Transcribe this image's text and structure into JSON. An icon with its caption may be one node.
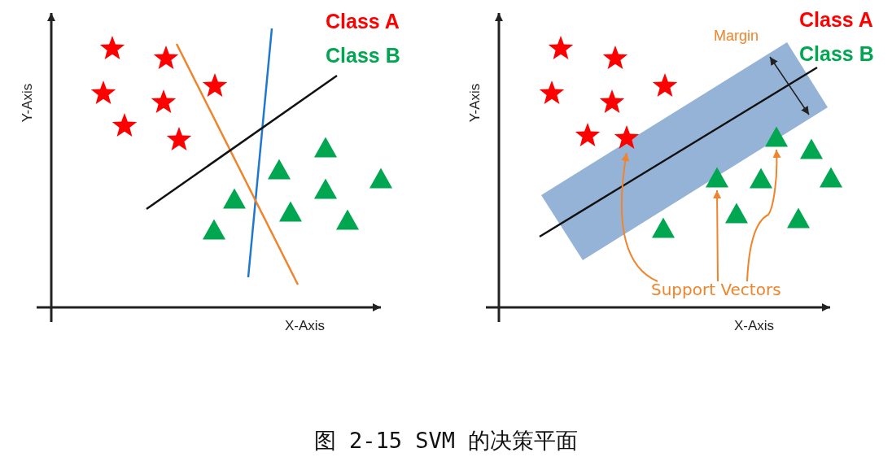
{
  "diagram": {
    "caption": "图 2-15 SVM 的决策平面",
    "nodes": [
      {
        "text": [
          "Support Vectors"
        ]
      },
      {
        "text": [],
        "shape": "star"
      },
      {
        "text": [],
        "shape": "triangle"
      },
      {
        "text": [],
        "shape": "triangle"
      }
    ],
    "edges": [
      {
        "from": 0,
        "to": 1,
        "arrow": "to"
      },
      {
        "from": 0,
        "to": 2,
        "arrow": "to"
      },
      {
        "from": 0,
        "to": 3,
        "arrow": "to"
      }
    ],
    "labels": [
      "Class A",
      "Class B",
      "Y-Axis",
      "X-Axis",
      "Margin",
      "Class A",
      "Class B",
      "Y-Axis",
      "X-Axis"
    ]
  }
}
